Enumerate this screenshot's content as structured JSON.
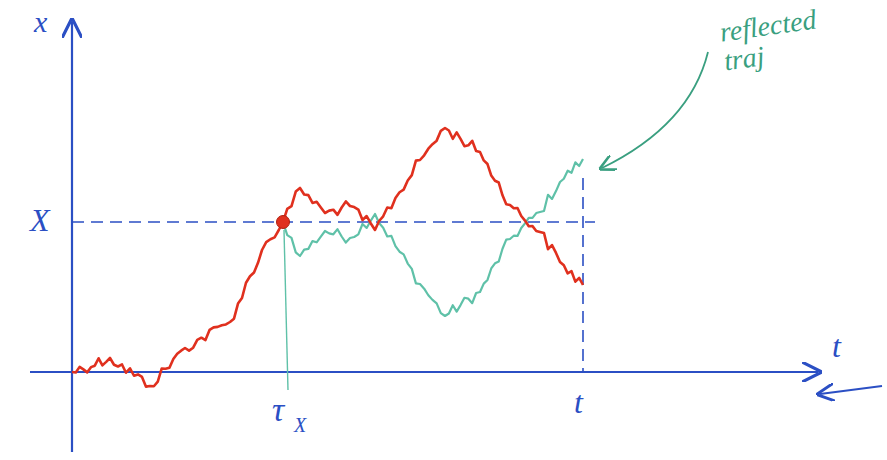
{
  "diagram": {
    "labels": [
      "x",
      "X",
      "reflected traj",
      "τ",
      "X",
      "t",
      "t"
    ]
  }
}
